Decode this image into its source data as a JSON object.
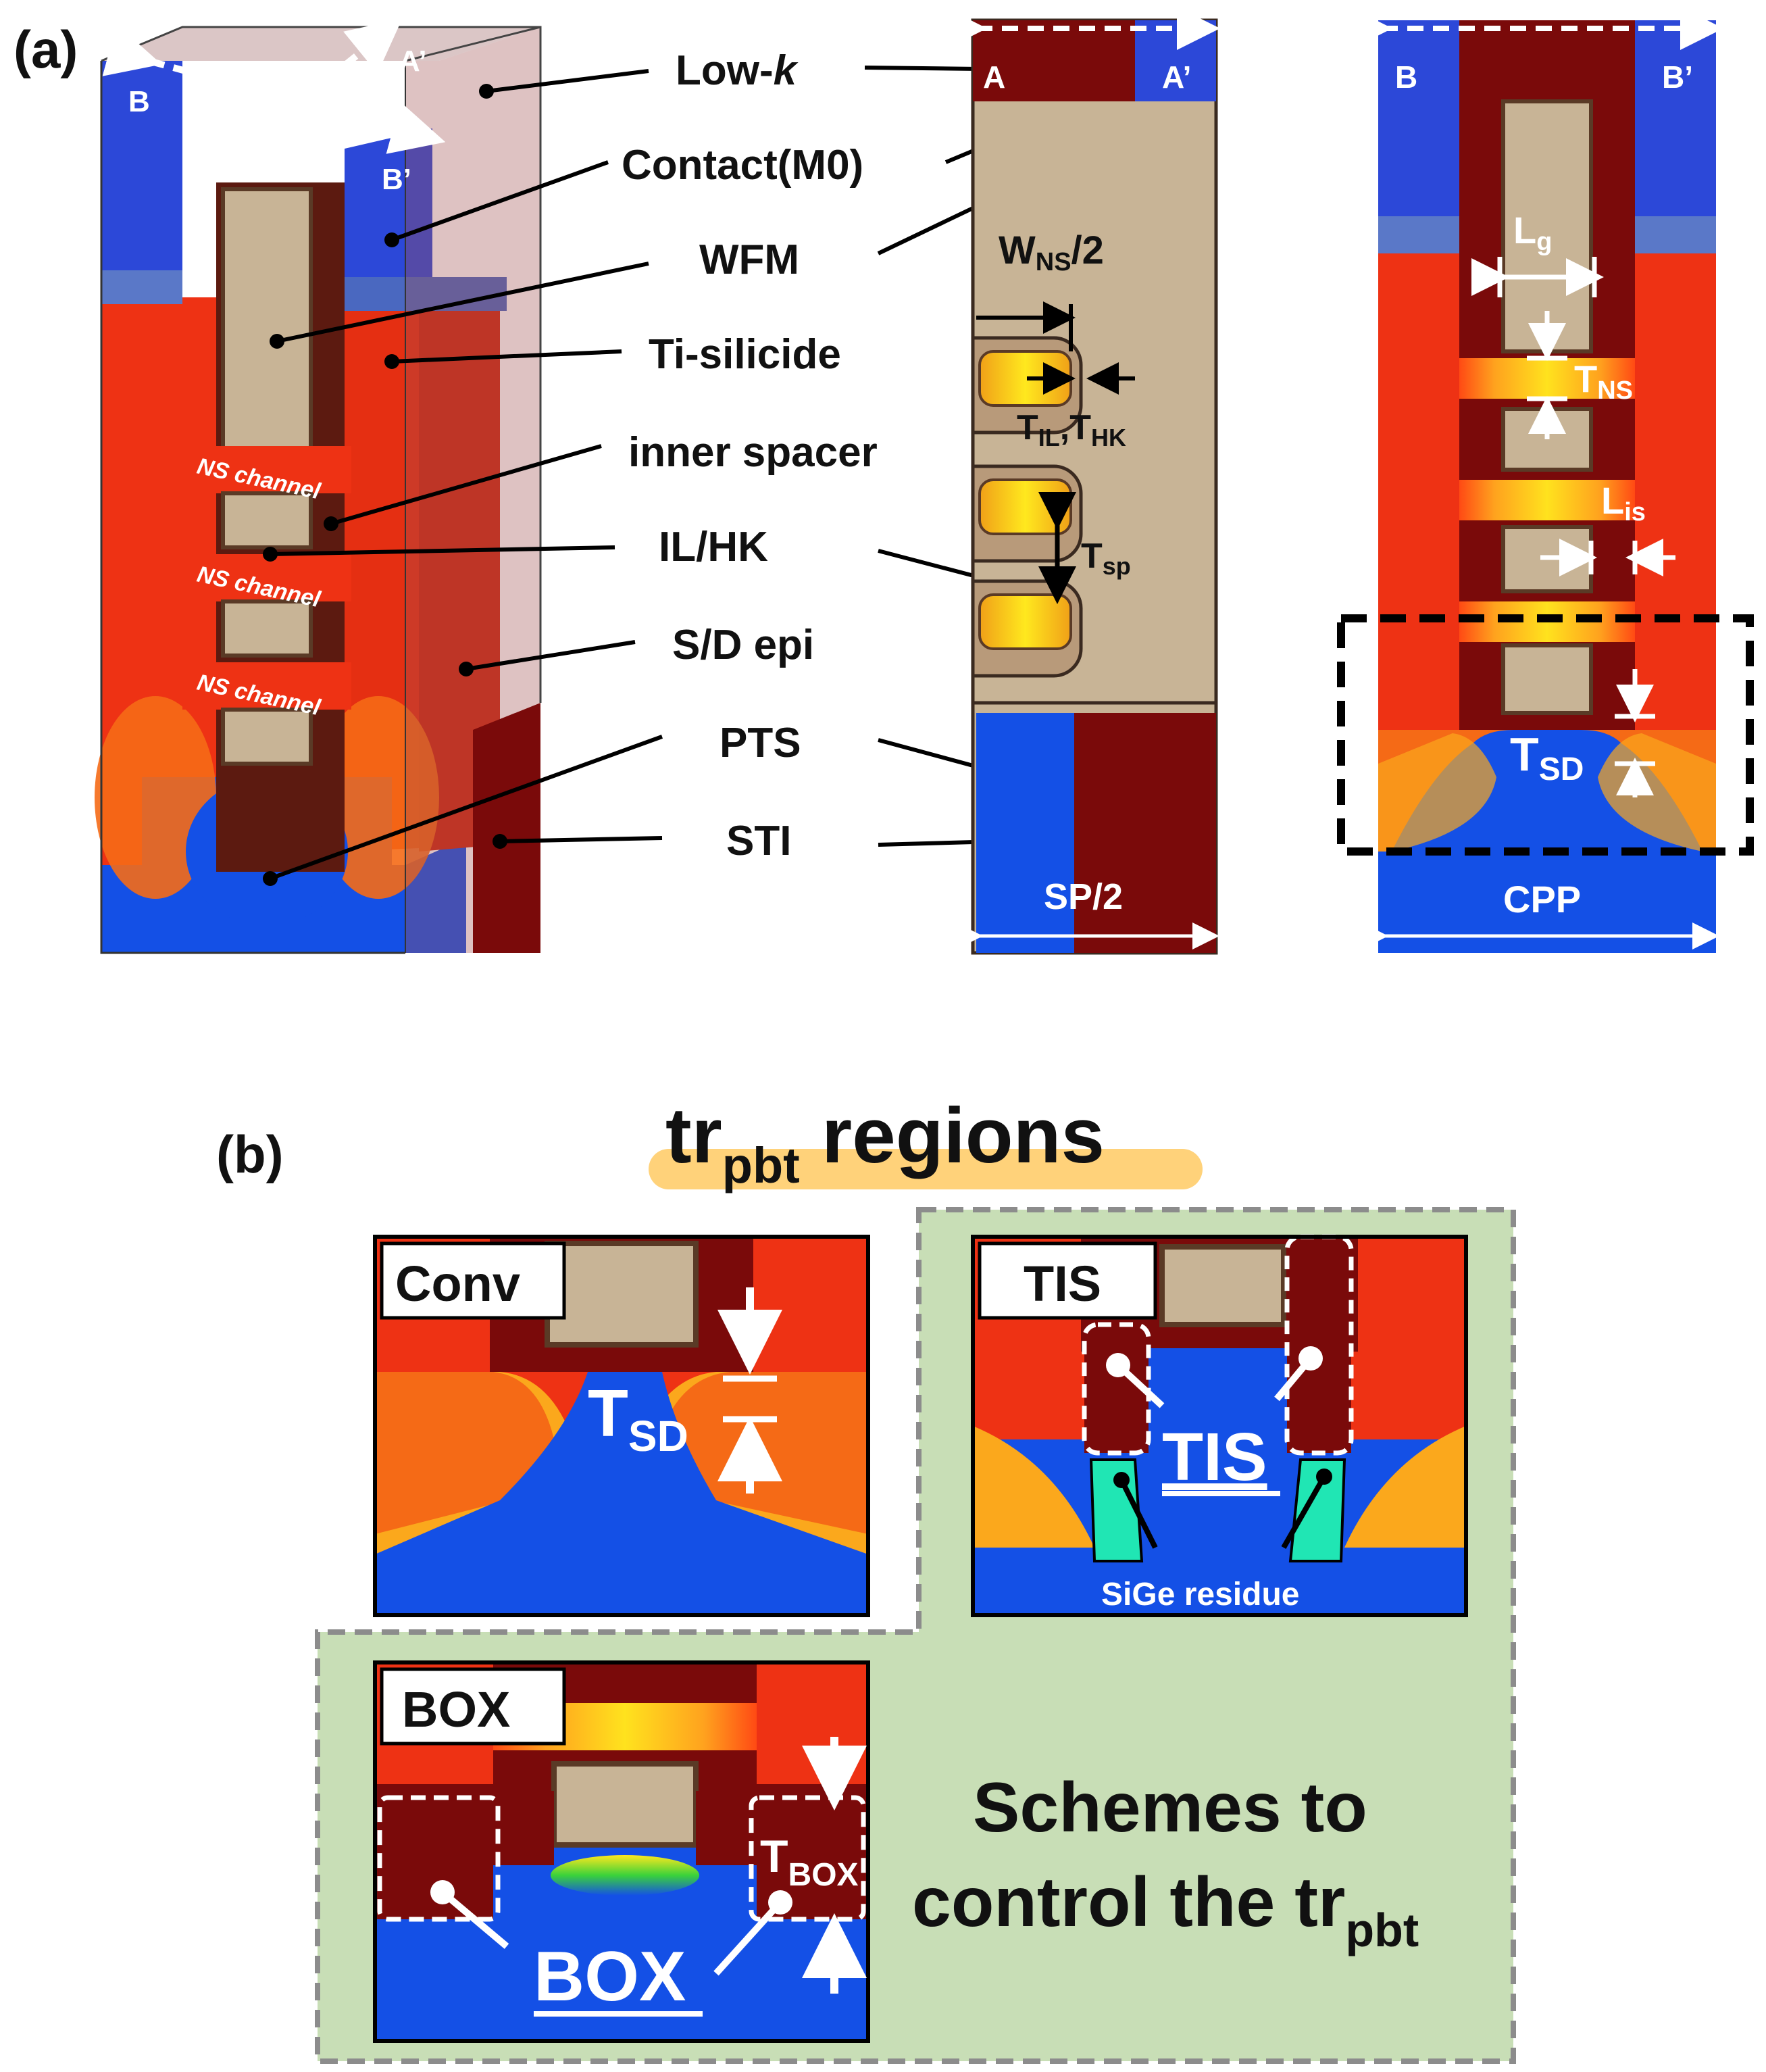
{
  "panel_a": {
    "label": "(a)",
    "cut_marks": {
      "A": "A",
      "A_prime": "A’",
      "B": "B",
      "B_prime": "B’"
    },
    "ns_channel": [
      "NS channel",
      "NS channel",
      "NS channel"
    ],
    "callouts": {
      "lowk_main": "Low-",
      "lowk_k": "k",
      "contact": "Contact(M0)",
      "wfm": "WFM",
      "tisilicide": "Ti-silicide",
      "inner_spacer": "inner spacer",
      "ilhk": "IL/HK",
      "sdepi": "S/D epi",
      "pts": "PTS",
      "sti": "STI"
    },
    "dims": {
      "wns_main": "W",
      "wns_sub": "NS",
      "wns_tail": "/2",
      "til_main": "T",
      "til_sub": "IL",
      "comma": ",",
      "thk_main": "T",
      "thk_sub": "HK",
      "tsp_main": "T",
      "tsp_sub": "sp",
      "sp2": "SP/2",
      "lg_main": "L",
      "lg_sub": "g",
      "tns_main": "T",
      "tns_sub": "NS",
      "lis_main": "L",
      "lis_sub": "is",
      "tsd_main": "T",
      "tsd_sub": "SD",
      "cpp": "CPP"
    }
  },
  "panel_b": {
    "label": "(b)",
    "title_main": "tr",
    "title_sub": "pbt",
    "title_tail": " regions",
    "conv_tag": "Conv",
    "tis_tag": "TIS",
    "box_tag": "BOX",
    "tsd_main": "T",
    "tsd_sub": "SD",
    "tis_label": "TIS",
    "sige": "SiGe residue",
    "box_label": "BOX",
    "tbox_main": "T",
    "tbox_sub": "BOX",
    "schemes_line1": "Schemes to",
    "schemes_line2_main": "control the tr",
    "schemes_line2_sub": "pbt"
  },
  "colors": {
    "lowk": "#7a0a0a",
    "contact": "#2c48d8",
    "wfm": "#c8b496",
    "epi": "#ee3214",
    "substrate": "#1450e6",
    "green_panel": "#c8deb6",
    "highlight": "#ffd27a"
  }
}
